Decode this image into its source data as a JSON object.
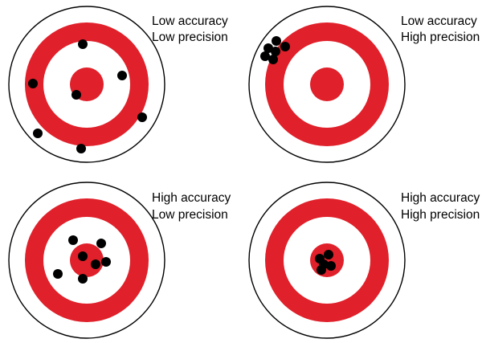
{
  "colors": {
    "ring_red": "#e0202a",
    "ring_white": "#ffffff",
    "outline": "#000000",
    "shot": "#000000"
  },
  "panels": [
    {
      "id": "low-accuracy-low-precision",
      "label_line1": "Low accuracy",
      "label_line2": "Low precision"
    },
    {
      "id": "low-accuracy-high-precision",
      "label_line1": "Low accuracy",
      "label_line2": "High precision"
    },
    {
      "id": "high-accuracy-low-precision",
      "label_line1": "High accuracy",
      "label_line2": "Low precision"
    },
    {
      "id": "high-accuracy-high-precision",
      "label_line1": "High accuracy",
      "label_line2": "High precision"
    }
  ]
}
